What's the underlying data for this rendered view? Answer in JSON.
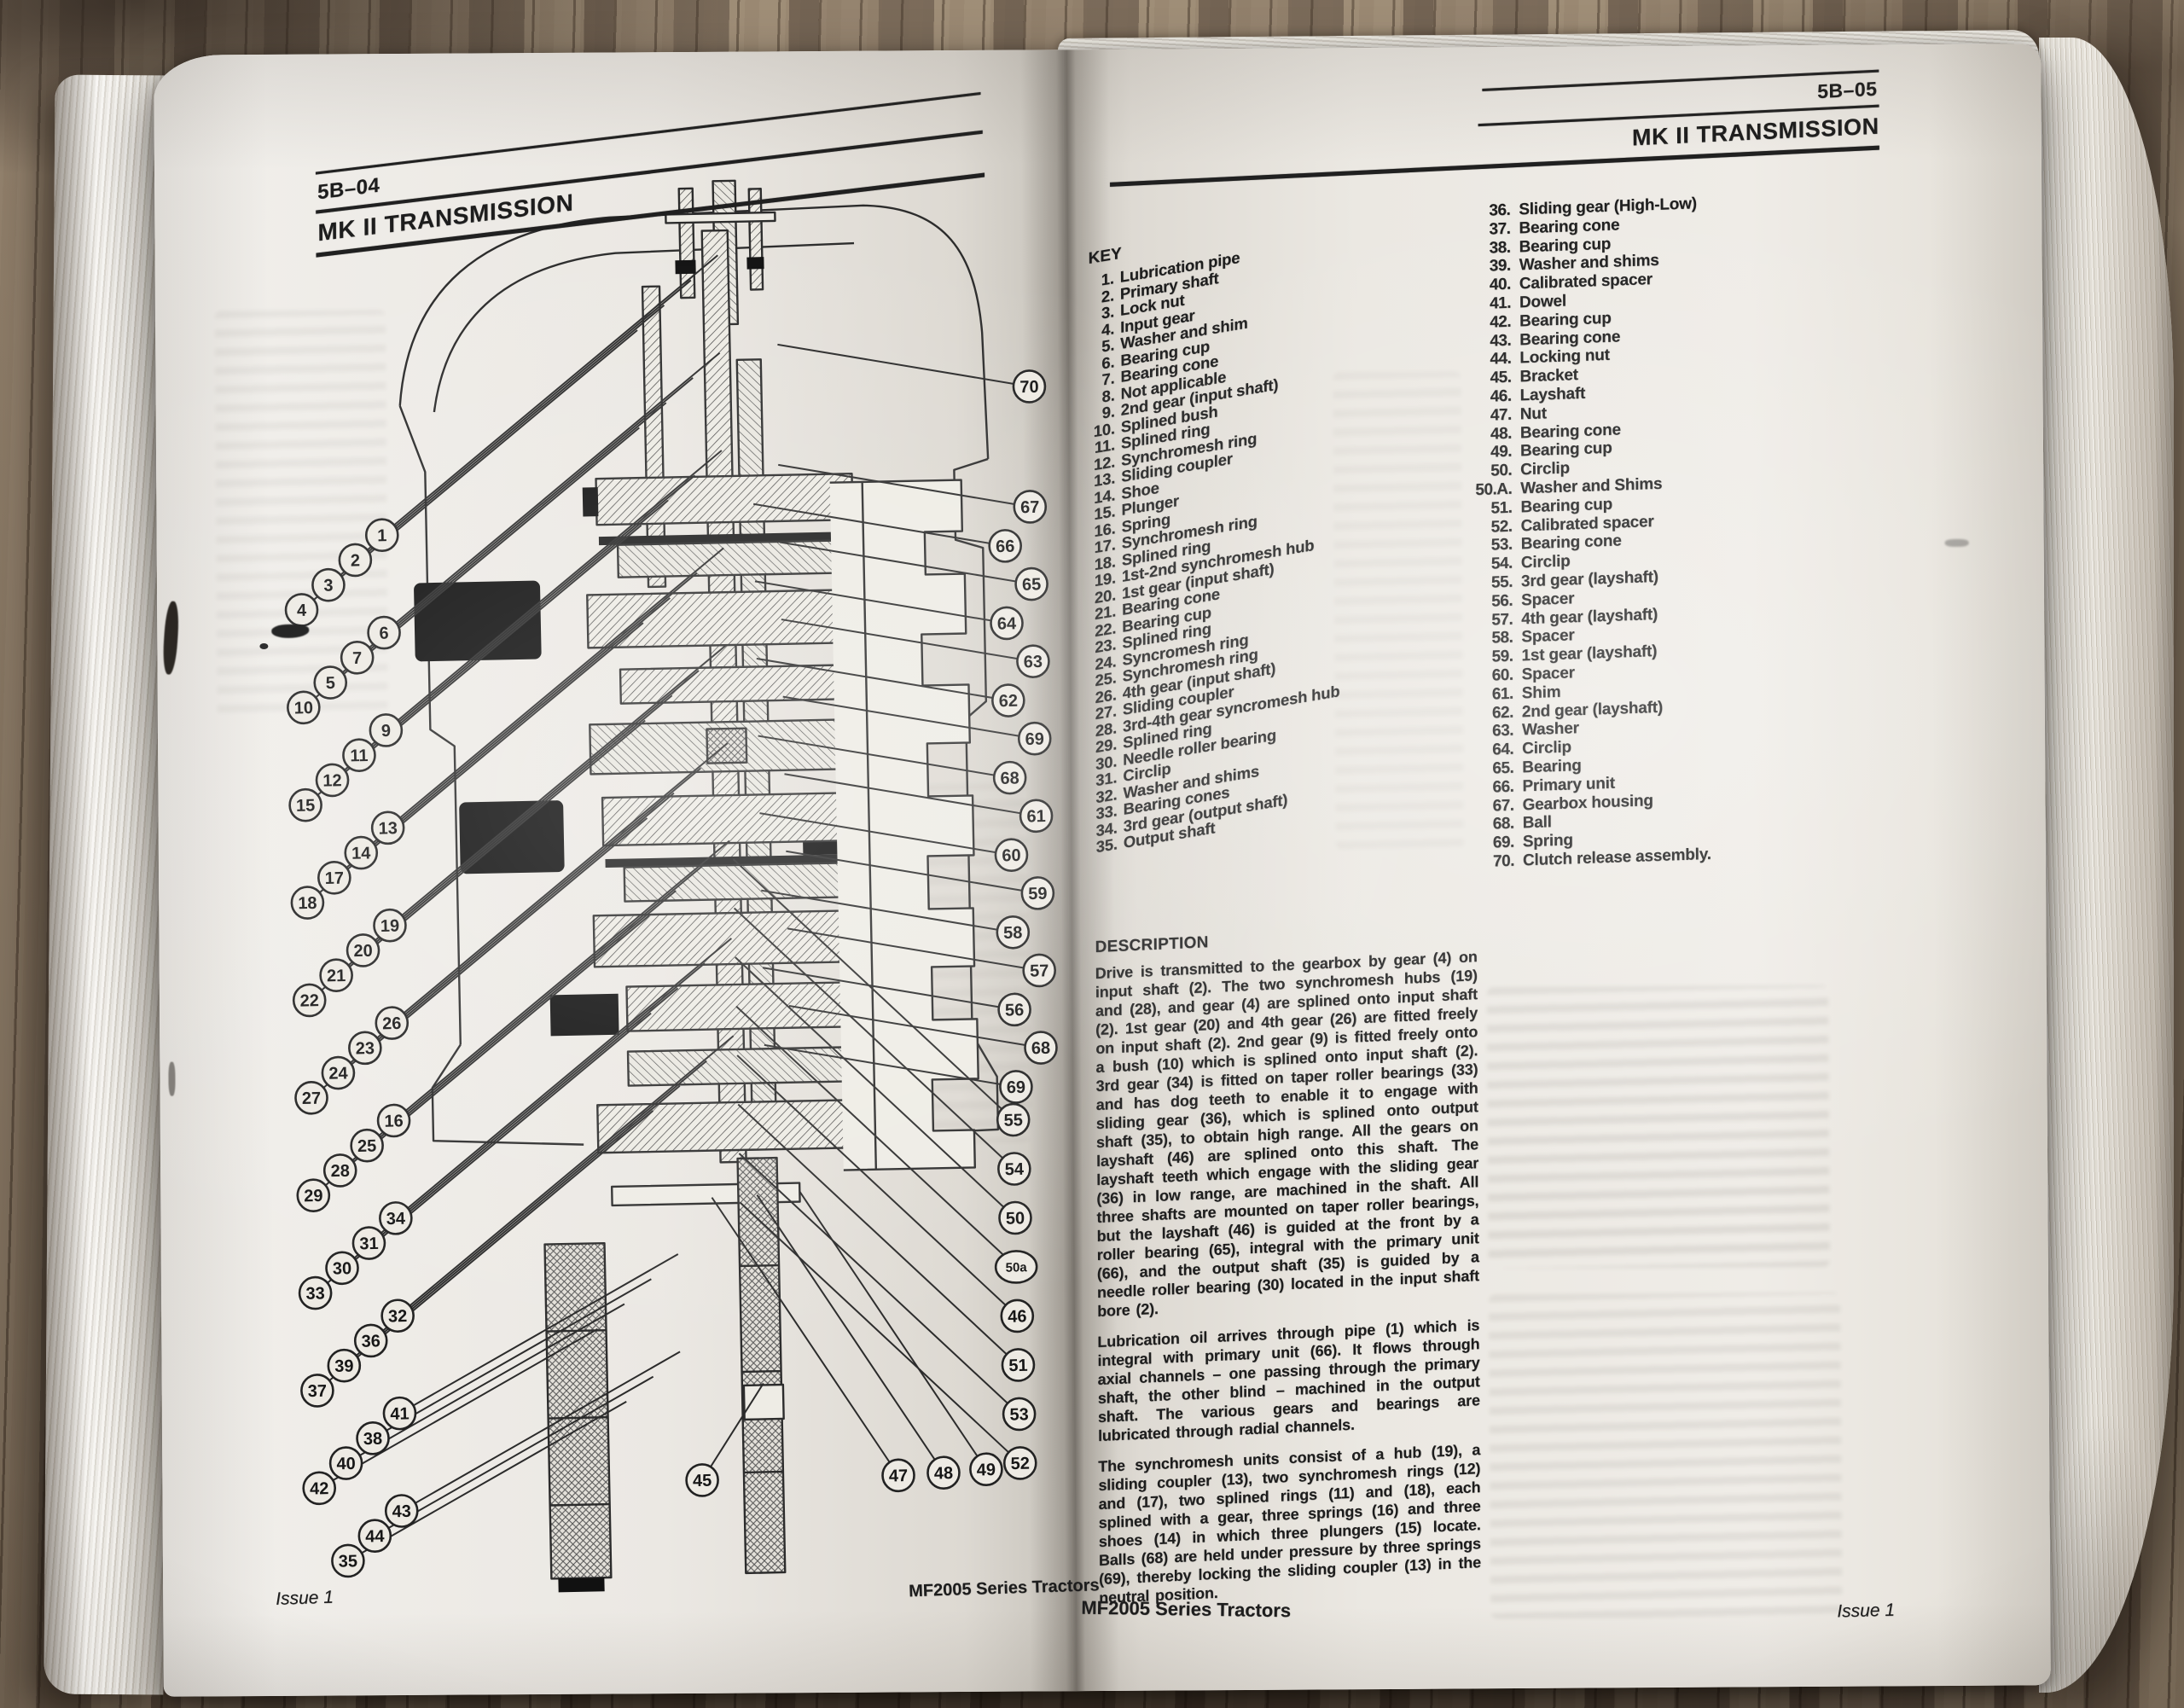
{
  "palette": {
    "ink": "#1d1d1d",
    "paper": "#edeae3",
    "wood": "#83715e"
  },
  "book": {
    "left_page": {
      "header": {
        "page_code": "5B–04",
        "title": "MK II TRANSMISSION"
      },
      "footer": {
        "left": "Issue 1",
        "right": "MF2005 Series Tractors"
      }
    },
    "right_page": {
      "header": {
        "page_code": "5B–05",
        "title": "MK II TRANSMISSION"
      },
      "key": {
        "heading": "KEY",
        "items": [
          {
            "n": "1.",
            "t": "Lubrication pipe"
          },
          {
            "n": "2.",
            "t": "Primary shaft"
          },
          {
            "n": "3.",
            "t": "Lock nut"
          },
          {
            "n": "4.",
            "t": "Input gear"
          },
          {
            "n": "5.",
            "t": "Washer and shim"
          },
          {
            "n": "6.",
            "t": "Bearing cup"
          },
          {
            "n": "7.",
            "t": "Bearing cone"
          },
          {
            "n": "8.",
            "t": "Not applicable"
          },
          {
            "n": "9.",
            "t": "2nd gear (input shaft)"
          },
          {
            "n": "10.",
            "t": "Splined bush"
          },
          {
            "n": "11.",
            "t": "Splined ring"
          },
          {
            "n": "12.",
            "t": "Synchromesh ring"
          },
          {
            "n": "13.",
            "t": "Sliding coupler"
          },
          {
            "n": "14.",
            "t": "Shoe"
          },
          {
            "n": "15.",
            "t": "Plunger"
          },
          {
            "n": "16.",
            "t": "Spring"
          },
          {
            "n": "17.",
            "t": "Synchromesh ring"
          },
          {
            "n": "18.",
            "t": "Splined ring"
          },
          {
            "n": "19.",
            "t": "1st-2nd synchromesh hub"
          },
          {
            "n": "20.",
            "t": "1st gear (input shaft)"
          },
          {
            "n": "21.",
            "t": "Bearing cone"
          },
          {
            "n": "22.",
            "t": "Bearing cup"
          },
          {
            "n": "23.",
            "t": "Splined ring"
          },
          {
            "n": "24.",
            "t": "Syncromesh ring"
          },
          {
            "n": "25.",
            "t": "Synchromesh ring"
          },
          {
            "n": "26.",
            "t": "4th gear (input shaft)"
          },
          {
            "n": "27.",
            "t": "Sliding coupler"
          },
          {
            "n": "28.",
            "t": "3rd-4th gear syncromesh hub"
          },
          {
            "n": "29.",
            "t": "Splined ring"
          },
          {
            "n": "30.",
            "t": "Needle roller bearing"
          },
          {
            "n": "31.",
            "t": "Circlip"
          },
          {
            "n": "32.",
            "t": "Washer and shims"
          },
          {
            "n": "33.",
            "t": "Bearing cones"
          },
          {
            "n": "34.",
            "t": "3rd gear (output shaft)"
          },
          {
            "n": "35.",
            "t": "Output shaft"
          }
        ]
      },
      "key_continued": [
        {
          "n": "36.",
          "t": "Sliding gear (High-Low)"
        },
        {
          "n": "37.",
          "t": "Bearing cone"
        },
        {
          "n": "38.",
          "t": "Bearing cup"
        },
        {
          "n": "39.",
          "t": "Washer and shims"
        },
        {
          "n": "40.",
          "t": "Calibrated spacer"
        },
        {
          "n": "41.",
          "t": "Dowel"
        },
        {
          "n": "42.",
          "t": "Bearing cup"
        },
        {
          "n": "43.",
          "t": "Bearing cone"
        },
        {
          "n": "44.",
          "t": "Locking nut"
        },
        {
          "n": "45.",
          "t": "Bracket"
        },
        {
          "n": "46.",
          "t": "Layshaft"
        },
        {
          "n": "47.",
          "t": "Nut"
        },
        {
          "n": "48.",
          "t": "Bearing cone"
        },
        {
          "n": "49.",
          "t": "Bearing cup"
        },
        {
          "n": "50.",
          "t": "Circlip"
        },
        {
          "n": "50.A.",
          "t": "Washer and Shims"
        },
        {
          "n": "51.",
          "t": "Bearing cup"
        },
        {
          "n": "52.",
          "t": "Calibrated spacer"
        },
        {
          "n": "53.",
          "t": "Bearing cone"
        },
        {
          "n": "54.",
          "t": "Circlip"
        },
        {
          "n": "55.",
          "t": "3rd gear (layshaft)"
        },
        {
          "n": "56.",
          "t": "Spacer"
        },
        {
          "n": "57.",
          "t": "4th gear (layshaft)"
        },
        {
          "n": "58.",
          "t": "Spacer"
        },
        {
          "n": "59.",
          "t": "1st gear (layshaft)"
        },
        {
          "n": "60.",
          "t": "Spacer"
        },
        {
          "n": "61.",
          "t": "Shim"
        },
        {
          "n": "62.",
          "t": "2nd gear (layshaft)"
        },
        {
          "n": "63.",
          "t": "Washer"
        },
        {
          "n": "64.",
          "t": "Circlip"
        },
        {
          "n": "65.",
          "t": "Bearing"
        },
        {
          "n": "66.",
          "t": "Primary unit"
        },
        {
          "n": "67.",
          "t": "Gearbox housing"
        },
        {
          "n": "68.",
          "t": "Ball"
        },
        {
          "n": "69.",
          "t": "Spring"
        },
        {
          "n": "70.",
          "t": "Clutch release assembly."
        }
      ],
      "description": {
        "heading": "DESCRIPTION",
        "paragraphs": [
          "Drive is transmitted to the gearbox by gear (4) on input shaft (2). The two synchromesh hubs (19) and (28), and gear (4) are splined onto input shaft (2). 1st gear (20) and 4th gear (26) are fitted freely on input shaft (2). 2nd gear (9) is fitted freely onto a bush (10) which is splined onto input shaft (2). 3rd gear (34) is fitted on taper roller bearings (33) and has dog teeth to enable it to engage with sliding gear (36), which is splined onto output shaft (35), to obtain high range. All the gears on layshaft (46) are splined onto this shaft. The layshaft teeth which engage with the sliding gear (36) in low range, are machined in the shaft. All three shafts are mounted on taper roller bearings, but the layshaft (46) is guided at the front by a roller bearing (65), integral with the primary unit (66), and the output shaft (35) is guided by a needle roller bearing (30) located in the input shaft bore (2).",
          "Lubrication oil arrives through pipe (1) which is integral with primary unit (66). It flows through axial channels – one passing through the primary shaft, the other blind – machined in the output shaft. The various gears and bearings are lubricated through radial channels.",
          "The synchromesh units consist of a hub (19), a sliding coupler (13), two synchromesh rings (12) and (17), two splined rings (11) and (18), each splined with a gear, three springs (16) and three shoes (14) in which three plungers (15) locate. Balls (68) are held under pressure by three springs (69), thereby locking the sliding coupler (13) in the neutral position."
        ]
      },
      "footer": {
        "left": "MF2005 Series Tractors",
        "right": "Issue 1"
      }
    },
    "diagram": {
      "callouts_left": [
        "1",
        "2",
        "3",
        "4",
        "6",
        "7",
        "5",
        "10",
        "9",
        "11",
        "12",
        "15",
        "13",
        "14",
        "17",
        "18",
        "19",
        "20",
        "21",
        "22",
        "26",
        "23",
        "24",
        "27",
        "16",
        "25",
        "28",
        "29",
        "34",
        "31",
        "30",
        "33",
        "32",
        "36",
        "39",
        "37",
        "41",
        "38",
        "40",
        "42",
        "43",
        "44",
        "35"
      ],
      "callouts_right_upper": [
        "70",
        "67",
        "66",
        "65",
        "64",
        "63",
        "62",
        "69",
        "68",
        "61",
        "60",
        "59",
        "58",
        "57",
        "56",
        "68",
        "69"
      ],
      "callouts_right_lower": [
        "55",
        "54",
        "50",
        "50a",
        "46",
        "51",
        "53",
        "52"
      ],
      "callouts_bottom": [
        "45",
        "47",
        "48",
        "49"
      ]
    }
  }
}
